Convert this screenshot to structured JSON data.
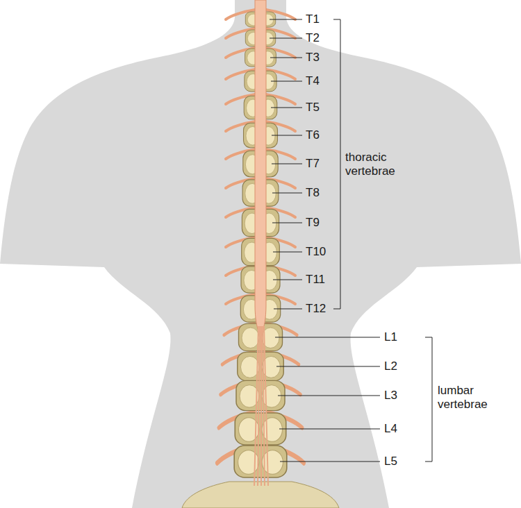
{
  "diagram": {
    "labels": [
      "T1",
      "T2",
      "T3",
      "T4",
      "T5",
      "T6",
      "T7",
      "T8",
      "T9",
      "T10",
      "T11",
      "T12",
      "thoracic vertebrae",
      "L1",
      "L2",
      "L3",
      "L4",
      "L5",
      "lumbar vertebrae"
    ]
  }
}
